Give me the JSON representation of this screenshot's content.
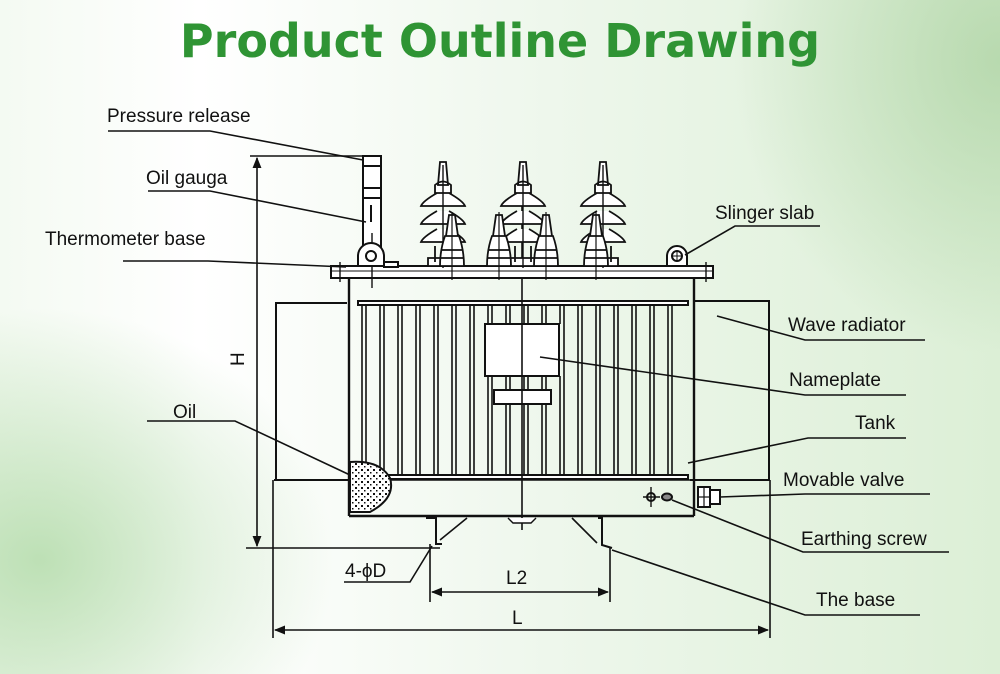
{
  "title": "Product Outline Drawing",
  "labels": {
    "pressure_release": "Pressure release",
    "oil_gauge": "Oil gauga",
    "thermometer_base": "Thermometer base",
    "oil": "Oil",
    "slinger_slab": "Slinger slab",
    "wave_radiator": "Wave radiator",
    "nameplate": "Nameplate",
    "tank": "Tank",
    "movable_valve": "Movable valve",
    "earthing_screw": "Earthing screw",
    "the_base": "The base"
  },
  "dimensions": {
    "height": "H",
    "length": "L",
    "base_spacing": "L2",
    "mounting_holes": "4-ϕD"
  },
  "colors": {
    "title": "#2f9434",
    "line": "#111111"
  }
}
